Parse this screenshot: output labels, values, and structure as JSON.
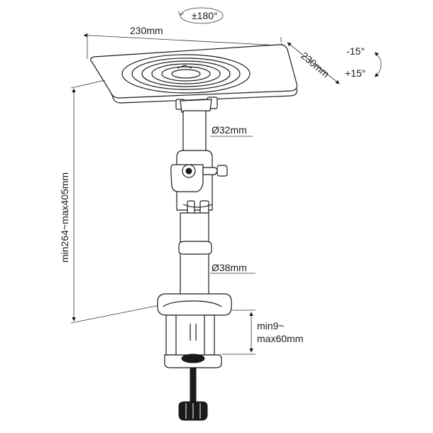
{
  "diagram": {
    "rotation_label": "±180°",
    "width_label": "230mm",
    "depth_label": "230mm",
    "tilt_up_label": "-15°",
    "tilt_down_label": "+15°",
    "height_label": "min264~max405mm",
    "upper_pole_label": "Ø32mm",
    "lower_pole_label": "Ø38mm",
    "clamp_label_line1": "min9~",
    "clamp_label_line2": "max60mm"
  }
}
